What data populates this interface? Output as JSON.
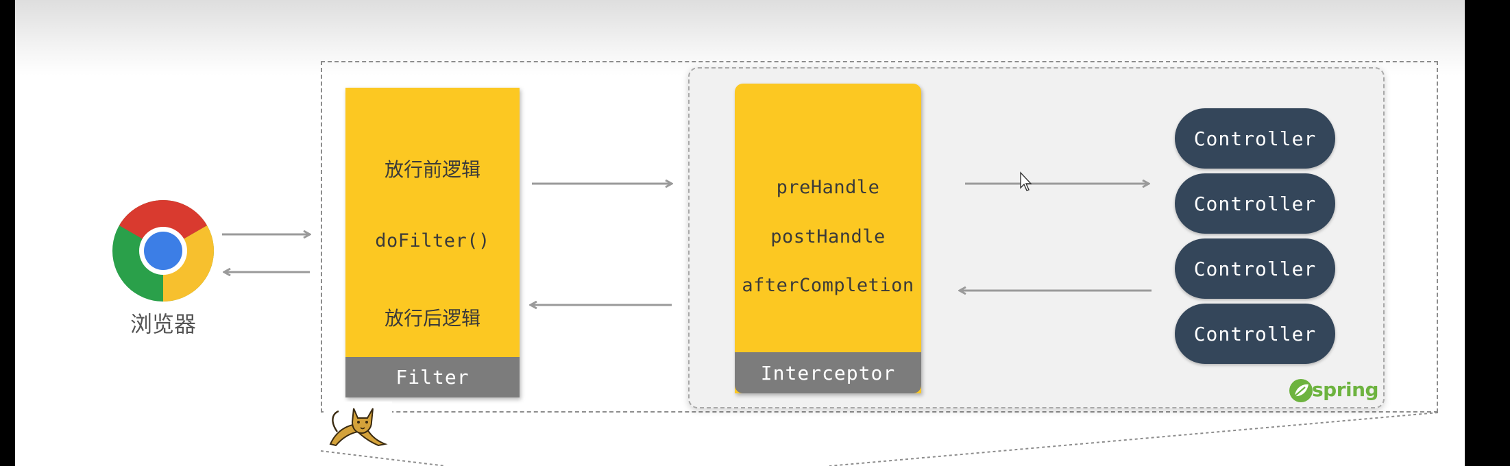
{
  "browser": {
    "label": "浏览器",
    "icon": "chrome-browser-icon"
  },
  "filter": {
    "lines": [
      "放行前逻辑",
      "doFilter()",
      "放行后逻辑"
    ],
    "footer": "Filter"
  },
  "interceptor": {
    "lines": [
      "preHandle",
      "postHandle",
      "afterCompletion"
    ],
    "footer": "Interceptor"
  },
  "controllers": [
    "Controller",
    "Controller",
    "Controller",
    "Controller"
  ],
  "spring": {
    "logo_text": "spring",
    "icon": "spring-leaf-icon"
  },
  "tomcat": {
    "icon": "tomcat-logo-icon"
  },
  "colors": {
    "block_yellow": "#fcc822",
    "footer_gray": "#7c7c7c",
    "controller_navy": "#34465a",
    "arrow_gray": "#9a9a9a",
    "spring_green": "#6db33f"
  }
}
